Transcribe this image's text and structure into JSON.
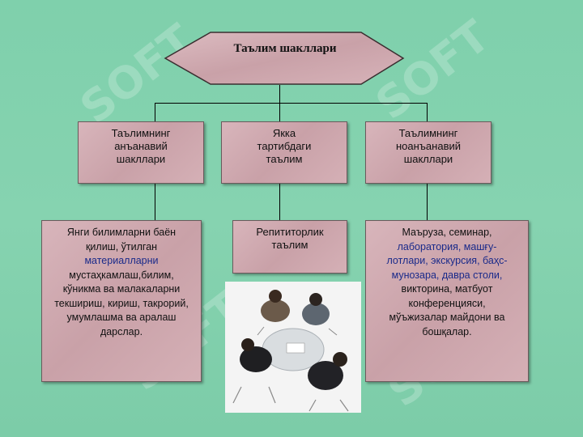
{
  "watermark": {
    "text": "SOFT"
  },
  "title": {
    "text": "Таълим шакллари"
  },
  "level1": [
    {
      "lines": [
        "Таълимнинг",
        "анъанавий",
        "шакллари"
      ]
    },
    {
      "lines": [
        "Якка",
        "тартибдаги",
        "таълим"
      ]
    },
    {
      "lines": [
        "Таълимнинг",
        "ноанъанавий",
        "шакллари"
      ]
    }
  ],
  "level2": [
    {
      "lines": [
        "Янги билимларни баён",
        "қилиш, ўтилган",
        "материалларни",
        "мустаҳкамлаш,билим,",
        "кўникма ва малакаларни",
        "текшириш, кириш, такрорий,",
        "умумлашма ва аралаш",
        "дарслар."
      ]
    },
    {
      "lines": [
        "Репититорлик",
        "таълим"
      ]
    },
    {
      "lines": [
        "Маъруза, семинар,",
        "лаборатория, машғу-",
        "лотлари, экскурсия, баҳс-",
        "мунозара, давра столи,",
        "викторина, матбуот",
        "конференцияси,",
        "мўъжизалар майдони ва",
        "бошқалар."
      ]
    }
  ],
  "colors": {
    "background": "#80cfac",
    "box": "#d0abb1",
    "text": "#111111"
  }
}
